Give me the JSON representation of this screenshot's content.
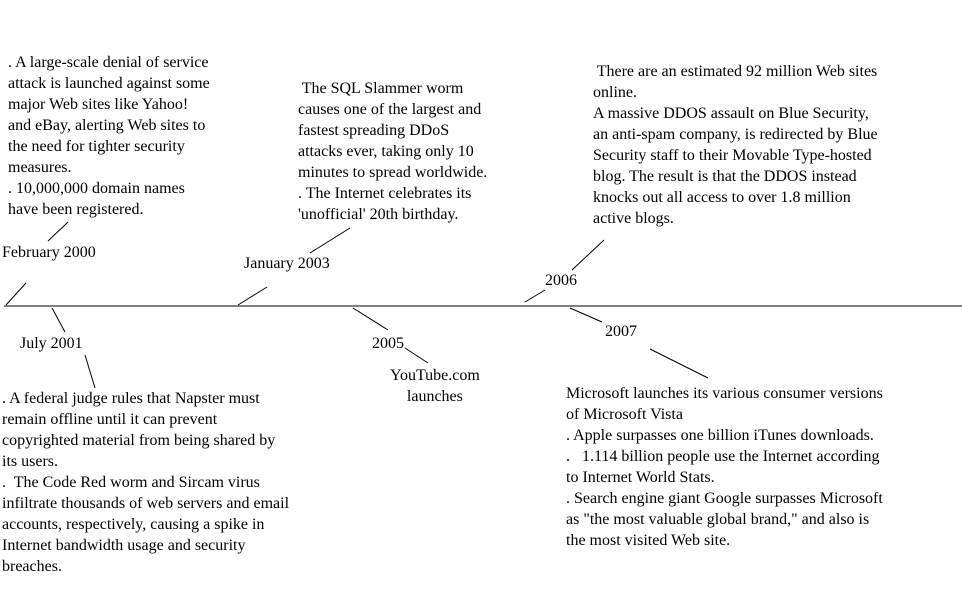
{
  "events": {
    "feb2000": {
      "date": "February 2000",
      "text": ". A large-scale denial of service\nattack is launched against some\nmajor Web sites like Yahoo!\nand eBay, alerting Web sites to\nthe need for tighter security\nmeasures.\n. 10,000,000 domain names\nhave been registered."
    },
    "jan2003": {
      "date": "January 2003",
      "text": " The SQL Slammer worm\ncauses one of the largest and\nfastest spreading DDoS\nattacks ever, taking only 10\nminutes to spread worldwide.\n. The Internet celebrates its\n'unofficial' 20th birthday."
    },
    "y2006": {
      "date": "2006",
      "text": " There are an estimated 92 million Web sites\nonline.\nA massive DDOS assault on Blue Security,\nan anti-spam company, is redirected by Blue\nSecurity staff to their Movable Type-hosted\nblog. The result is that the DDOS instead\nknocks out all access to over 1.8 million\nactive blogs."
    },
    "jul2001": {
      "date": "July 2001",
      "text": ". A federal judge rules that Napster must\nremain offline until it can prevent\ncopyrighted material from being shared by\nits users.\n.  The Code Red worm and Sircam virus\ninfiltrate thousands of web servers and email\naccounts, respectively, causing a spike in\nInternet bandwidth usage and security\nbreaches."
    },
    "y2005": {
      "date": "2005",
      "text": "YouTube.com\nlaunches"
    },
    "y2007": {
      "date": "2007",
      "text": "Microsoft launches its various consumer versions\nof Microsoft Vista\n. Apple surpasses one billion iTunes downloads.\n.   1.114 billion people use the Internet according\nto Internet World Stats.\n. Search engine giant Google surpasses Microsoft\nas \"the most valuable global brand,\" and also is\nthe most visited Web site."
    }
  },
  "colors": {
    "ink": "#000000",
    "background": "#ffffff"
  }
}
